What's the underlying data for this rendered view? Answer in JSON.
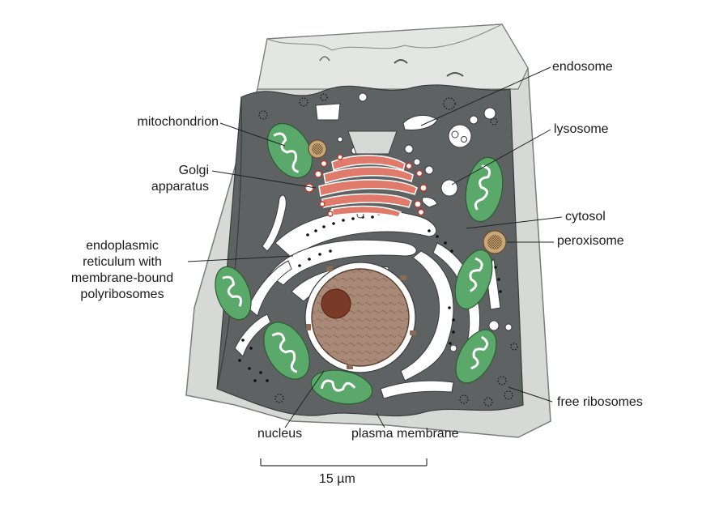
{
  "labels": {
    "mitochondrion": "mitochondrion",
    "golgi": [
      "Golgi",
      "apparatus"
    ],
    "er": [
      "endoplasmic",
      "reticulum with",
      "membrane-bound",
      "polyribosomes"
    ],
    "endosome": "endosome",
    "lysosome": "lysosome",
    "cytosol": "cytosol",
    "peroxisome": "peroxisome",
    "free_ribosomes": "free ribosomes",
    "nucleus": "nucleus",
    "plasma_membrane": "plasma membrane"
  },
  "scale_bar": {
    "label": "15 µm"
  },
  "colors": {
    "cell_outer": "#d7d9d7",
    "cytoplasm": "#5f6263",
    "mitochondria": "#5aa86a",
    "golgi": "#e07a6a",
    "nucleus": "#a08070",
    "nucleolus": "#7a3a28",
    "peroxisome": "#b89a6a"
  }
}
